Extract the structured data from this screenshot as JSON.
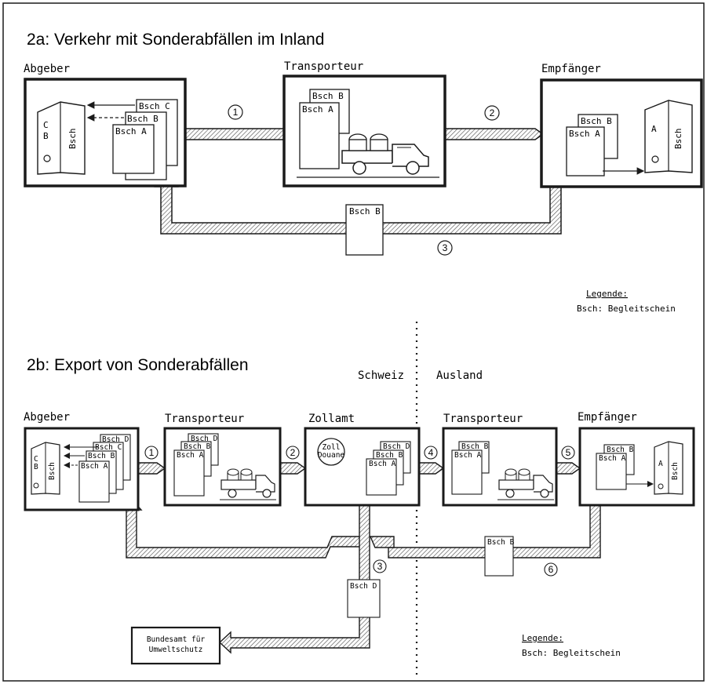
{
  "section_a": {
    "title": "2a:  Verkehr mit Sonderabfällen im Inland",
    "labels": {
      "abgeber": "Abgeber",
      "transporteur": "Transporteur",
      "empfaenger": "Empfänger"
    },
    "steps": [
      "1",
      "2",
      "3"
    ],
    "docs": {
      "a": "Bsch  A",
      "b": "Bsch  B",
      "c": "Bsch  C",
      "binder_spine": "Bsch",
      "binder_letters": "C\nB",
      "binder_letter_a": "A"
    },
    "return_doc": "Bsch B",
    "legend": {
      "title": "Legende:",
      "text": "Bsch: Begleitschein"
    }
  },
  "section_b": {
    "title": "2b:  Export von Sonderabfällen",
    "border": {
      "left": "Schweiz",
      "right": "Ausland"
    },
    "labels": {
      "abgeber": "Abgeber",
      "transporteur1": "Transporteur",
      "zollamt": "Zollamt",
      "transporteur2": "Transporteur",
      "empfaenger": "Empfänger"
    },
    "steps": [
      "1",
      "2",
      "3",
      "4",
      "5",
      "6"
    ],
    "docs": {
      "a": "Bsch A",
      "b": "Bsch B",
      "c": "Bsch C",
      "d": "Bsch D",
      "binder_spine": "Bsch",
      "binder_letter_a": "A"
    },
    "stamp": {
      "line1": "Zoll",
      "line2": "Douane"
    },
    "doc_d": "Bsch D",
    "doc_b": "Bsch B",
    "office": {
      "line1": "Bundesamt für",
      "line2": "Umweltschutz"
    },
    "legend": {
      "title": "Legende:",
      "text": "Bsch: Begleitschein"
    }
  },
  "colors": {
    "ink": "#1a1a1a",
    "hatch": "#555555",
    "paper": "#ffffff"
  }
}
